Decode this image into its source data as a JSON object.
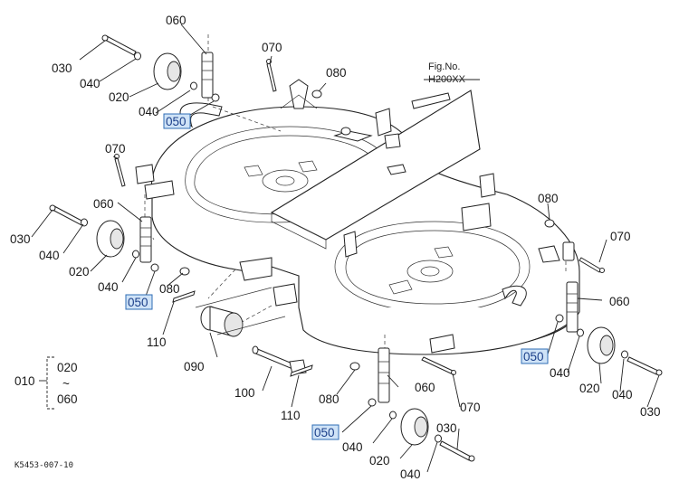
{
  "figure": {
    "fig_no_label": "Fig.No.",
    "fig_no_value": "H200XX",
    "drawing_code": "K5453-007-10"
  },
  "labels": {
    "p030": "030",
    "p040": "040",
    "p020": "020",
    "p050": "050",
    "p060": "060",
    "p070": "070",
    "p080": "080",
    "p090": "090",
    "p100": "100",
    "p110": "110"
  },
  "legend": {
    "assembly": "010",
    "range_from": "020",
    "range_sep": "~",
    "range_to": "060"
  },
  "colors": {
    "highlight_fill": "#cfe3f7",
    "highlight_stroke": "#2f6db5"
  }
}
